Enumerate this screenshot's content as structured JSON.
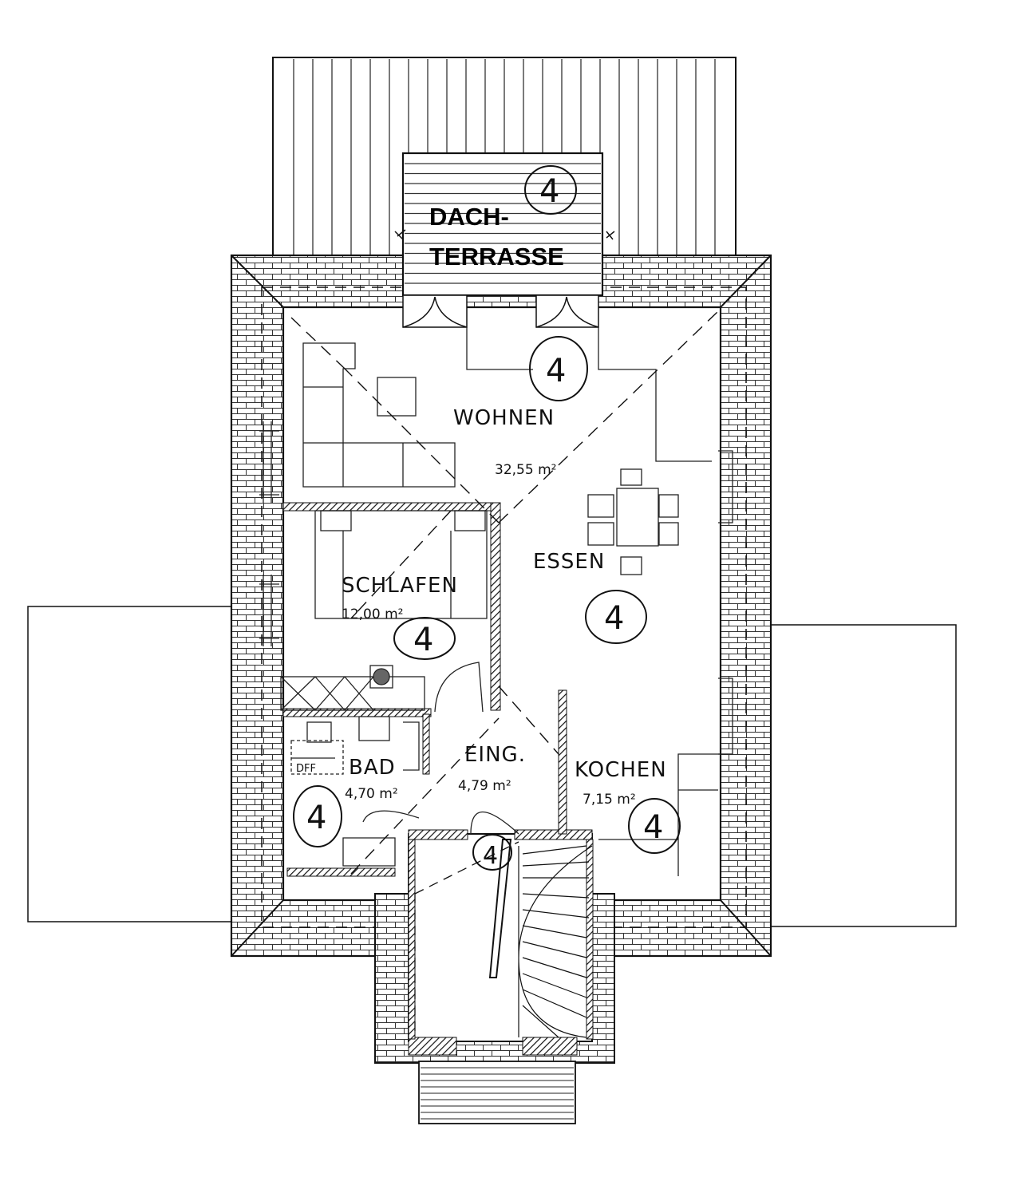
{
  "terrace": {
    "line1": "DACH-",
    "line2": "TERRASSE"
  },
  "rooms": {
    "wohnen": {
      "name": "WOHNEN",
      "area": "32,55 m²"
    },
    "essen": {
      "name": "ESSEN"
    },
    "schlafen": {
      "name": "SCHLAFEN",
      "area": "12,00 m²"
    },
    "eing": {
      "name": "EING.",
      "area": "4,79 m²"
    },
    "bad": {
      "name": "BAD",
      "area": "4,70 m²",
      "tag": "DFF"
    },
    "kochen": {
      "name": "KOCHEN",
      "area": "7,15 m²"
    }
  },
  "markers": [
    "4",
    "4",
    "4",
    "4",
    "4",
    "4",
    "4"
  ]
}
